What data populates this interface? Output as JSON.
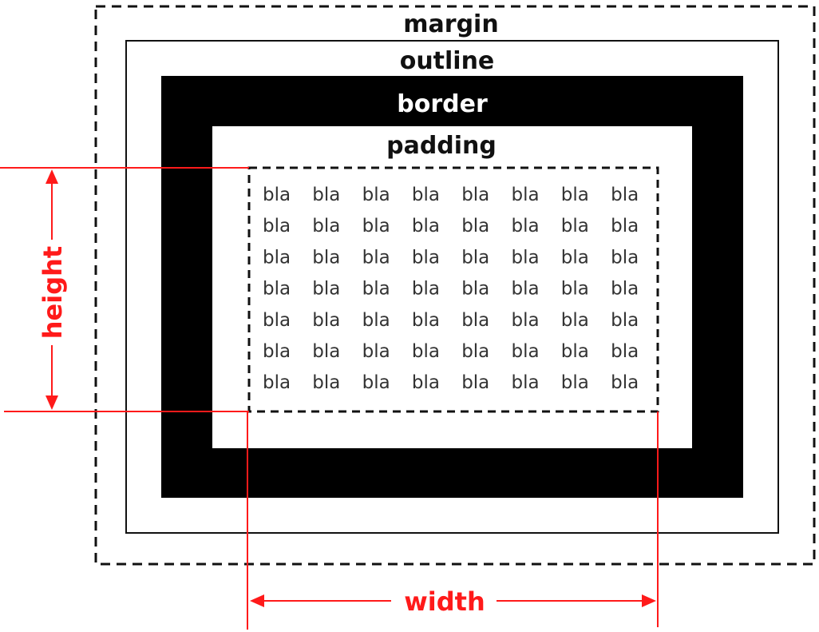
{
  "labels": {
    "margin": "margin",
    "outline": "outline",
    "border": "border",
    "padding": "padding",
    "height": "height",
    "width": "width"
  },
  "content": {
    "word": "bla",
    "rows": 7,
    "cols": 8
  },
  "colors": {
    "ink": "#111111",
    "border_fill": "#000000",
    "dimension": "#ff1a1a",
    "content_text": "#333333"
  }
}
